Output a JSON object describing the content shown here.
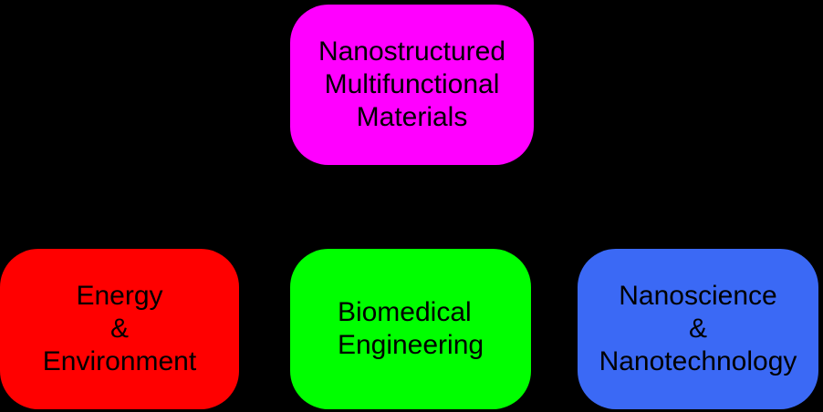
{
  "canvas": {
    "background": "#000000",
    "text_color": "#000000"
  },
  "boxes": {
    "materials": {
      "color": "#FF00FF",
      "lines": [
        "Nanostructured",
        "Multifunctional",
        "Materials"
      ]
    },
    "energy": {
      "color": "#FF0000",
      "lines": [
        "Energy",
        "&",
        "Environment"
      ]
    },
    "biomedical": {
      "color": "#00FF00",
      "lines": [
        "Biomedical",
        "Engineering"
      ]
    },
    "nanoscience": {
      "color": "#3B69F5",
      "lines": [
        "Nanoscience",
        "&",
        "Nanotechnology"
      ]
    }
  }
}
